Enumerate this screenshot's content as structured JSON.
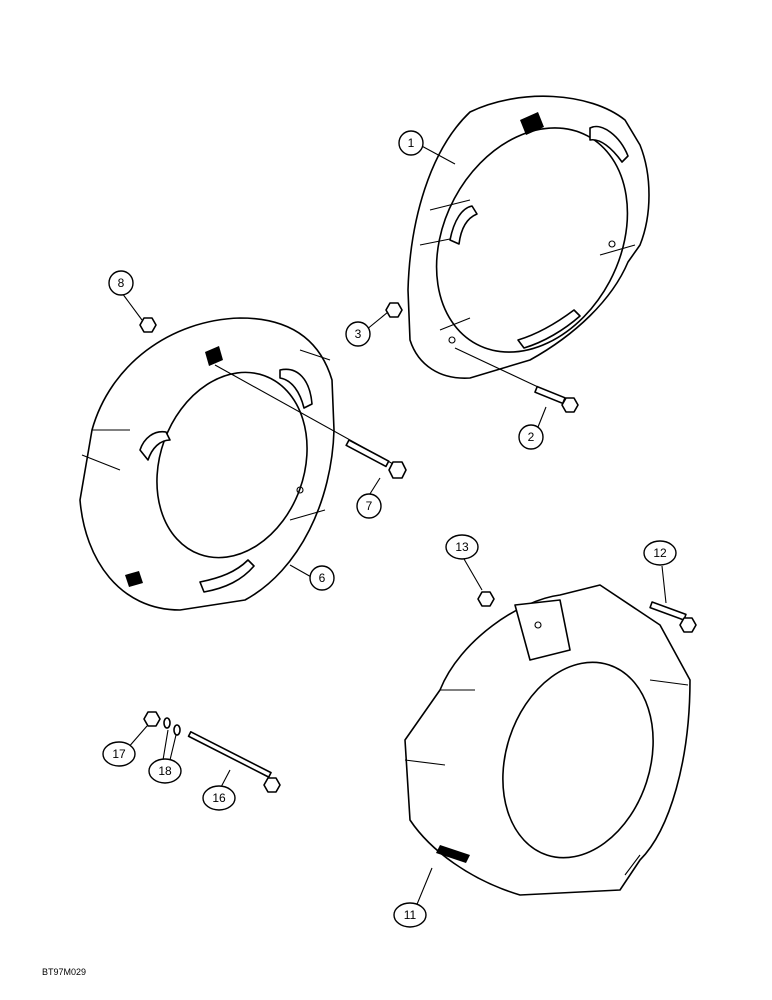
{
  "figure_code": "BT97M029",
  "callouts": [
    "1",
    "2",
    "3",
    "6",
    "7",
    "8",
    "11",
    "12",
    "13",
    "16",
    "17",
    "18"
  ]
}
